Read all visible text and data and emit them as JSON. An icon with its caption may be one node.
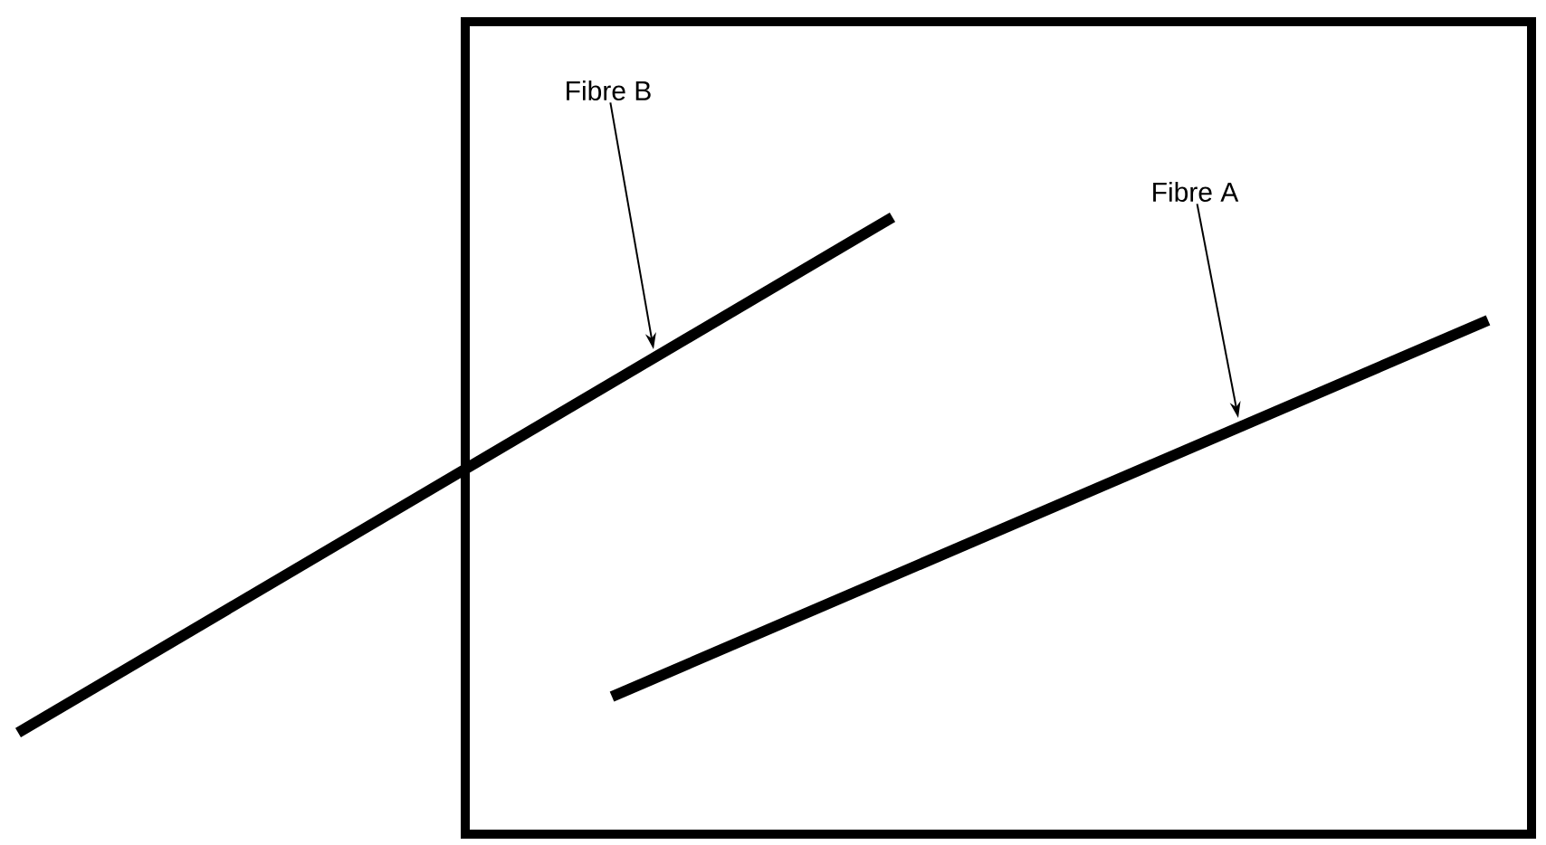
{
  "diagram": {
    "nodes": [
      {
        "text": [
          "Fibre B"
        ]
      },
      {
        "text": [],
        "shape": "bar"
      },
      {
        "text": [
          "Fibre A"
        ]
      },
      {
        "text": [],
        "shape": "bar"
      }
    ],
    "edges": [
      {
        "from": 0,
        "to": 1,
        "arrow": "to"
      },
      {
        "from": 2,
        "to": 3,
        "arrow": "to"
      }
    ]
  }
}
